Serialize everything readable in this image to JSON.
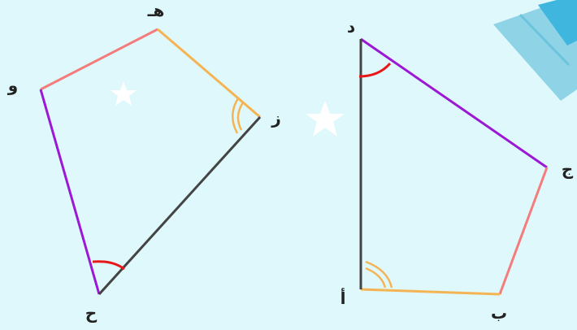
{
  "colors": {
    "background": "#dff8fb",
    "pink": "#f47c7c",
    "orange": "#f5b454",
    "purple": "#9b19d4",
    "dark": "#444444",
    "angle_red": "#e81818",
    "angle_orange": "#f5b454",
    "star": "#ffffff",
    "plane_light": "#8fd3e6",
    "plane_dark": "#3fb6dd"
  },
  "left_figure": {
    "vertices": [
      "هـ",
      "ز",
      "ح",
      "و"
    ]
  },
  "right_figure": {
    "vertices": [
      "د",
      "ج",
      "ب",
      "أ"
    ]
  },
  "decorations": [
    "star-icon",
    "star-icon",
    "paper-plane-icon"
  ]
}
